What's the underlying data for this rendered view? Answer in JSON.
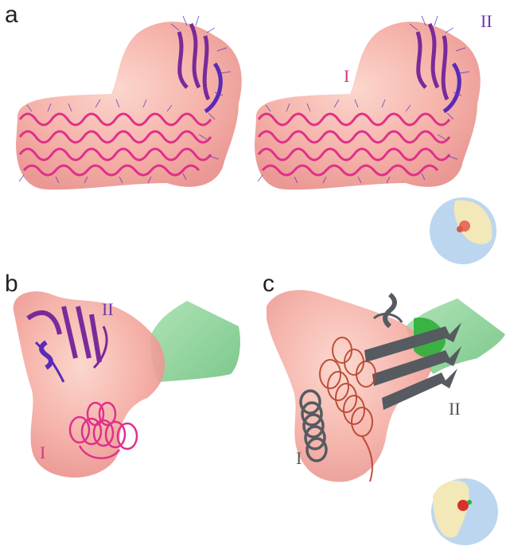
{
  "panels": {
    "a": {
      "letter": "a",
      "left_view": {
        "label_II": ""
      },
      "right_view": {
        "label_I": "I",
        "label_II": "II"
      }
    },
    "b": {
      "letter": "b",
      "label_I": "I",
      "label_II": "II"
    },
    "c": {
      "letter": "c",
      "label_I": "I",
      "label_II": "II"
    }
  },
  "colors": {
    "density_envelope": "#f4a8a0",
    "domain_I_ribbon": "#e0308a",
    "domain_II_ribbon": "#7a2a9a",
    "sticks": "#5a38b8",
    "flap_green": "#8fd49a",
    "ribbon_gray": "#555b60",
    "helix_red": "#b8402a",
    "label_magenta": "#d03a8a",
    "label_purple": "#6a3aa8",
    "label_gray": "#555555",
    "thumb_blue": "#b8d4ee",
    "thumb_yellow": "#f2e8b8"
  },
  "icons": [
    "density-map",
    "protein-ribbon",
    "overview-thumbnail"
  ]
}
